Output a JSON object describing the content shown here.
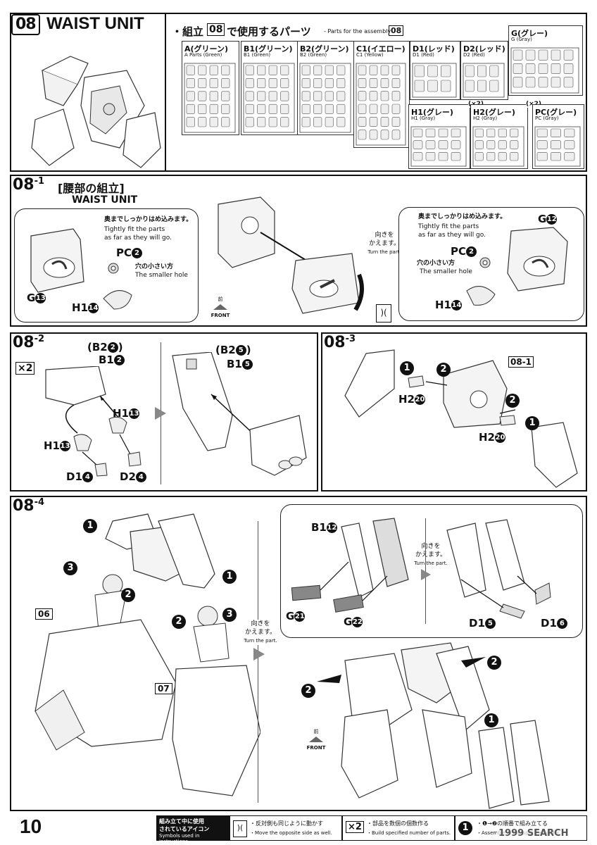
{
  "page_number": "10",
  "step08": {
    "number": "08",
    "title": "WAIST UNIT",
    "parts_heading_jp": "・組立",
    "parts_heading_step": "08",
    "parts_heading_suffix": "で使用するパーツ",
    "parts_heading_en": "- Parts for the assembly",
    "runners": [
      {
        "title": "A(グリーン)",
        "sub": "A Parts (Green)",
        "qty": ""
      },
      {
        "title": "B1(グリーン)",
        "sub": "B1 (Green)",
        "qty": ""
      },
      {
        "title": "B2(グリーン)",
        "sub": "B2 (Green)",
        "qty": ""
      },
      {
        "title": "C1(イエロー)",
        "sub": "C1 (Yellow)",
        "qty": ""
      },
      {
        "title": "D1(レッド)",
        "sub": "D1 (Red)",
        "qty": ""
      },
      {
        "title": "D2(レッド)",
        "sub": "D2 (Red)",
        "qty": ""
      },
      {
        "title": "G(グレー)",
        "sub": "G (Gray)",
        "qty": ""
      },
      {
        "title": "H1(グレー)",
        "sub": "H1 (Gray)",
        "qty": "(×2)"
      },
      {
        "title": "H2(グレー)",
        "sub": "H2 (Gray)",
        "qty": "(×2)"
      },
      {
        "title": "PC(グレー)",
        "sub": "PC (Gray)",
        "qty": ""
      }
    ]
  },
  "step08_1": {
    "number": "08",
    "sub": "1",
    "title_jp": "[腰部の組立]",
    "title_en": "WAIST UNIT",
    "left": {
      "note_jp": "奥までしっかりはめ込みます。",
      "note_en1": "Tightly fit the parts",
      "note_en2": "as far as they will go.",
      "pc": "PC",
      "pc_no": "2",
      "hole_jp": "穴の小さい方",
      "hole_en": "The smaller hole",
      "g": "G",
      "g_no": "13",
      "h1": "H1",
      "h1_no": "14",
      "front_jp": "前",
      "front_en": "FRONT"
    },
    "turn_jp1": "向きを",
    "turn_jp2": "かえます。",
    "turn_en": "Turn the part.",
    "right": {
      "note_jp": "奥までしっかりはめ込みます。",
      "note_en1": "Tightly fit the parts",
      "note_en2": "as far as they will go.",
      "pc": "PC",
      "pc_no": "2",
      "hole_jp": "穴の小さい方",
      "hole_en": "The smaller hole",
      "g": "G",
      "g_no": "12",
      "h1": "H1",
      "h1_no": "14"
    }
  },
  "step08_2": {
    "number": "08",
    "sub": "2",
    "qty": "×2",
    "b2_left": "(B2",
    "b2_left_no": "2",
    "b1_left": "B1",
    "b1_left_no": "2",
    "h1_a": "H1",
    "h1_a_no": "13",
    "h1_b": "H1",
    "h1_b_no": "13",
    "d1": "D1",
    "d1_no": "4",
    "d2": "D2",
    "d2_no": "4",
    "b2_right": "(B2",
    "b2_right_no": "5",
    "b1_right": "B1",
    "b1_right_no": "5"
  },
  "step08_3": {
    "number": "08",
    "sub": "3",
    "ref": "08-1",
    "h2_a": "H2",
    "h2_a_no": "20",
    "h2_b": "H2",
    "h2_b_no": "20",
    "n1": "1",
    "n2": "2"
  },
  "step08_4": {
    "number": "08",
    "sub": "4",
    "ref06": "06",
    "ref07": "07",
    "n1": "1",
    "n2": "2",
    "n3": "3",
    "turn_jp1": "向きを",
    "turn_jp2": "かえます。",
    "turn_en": "Turn the part.",
    "b1": "B1",
    "b1_no": "12",
    "g_a": "G",
    "g_a_no": "21",
    "g_b": "G",
    "g_b_no": "22",
    "d1_a": "D1",
    "d1_a_no": "5",
    "d1_b": "D1",
    "d1_b_no": "6",
    "front_jp": "前",
    "front_en": "FRONT"
  },
  "footer": {
    "legend_jp1": "組み立て中に使用",
    "legend_jp2": "されているアイコン",
    "legend_en": "Symbols used in instructions",
    "icon1_jp": "・反対側も同じように動かす",
    "icon1_en": "・Move the opposite side as well.",
    "icon2_label": "×2",
    "icon2_jp": "・部品を数個の個数作る",
    "icon2_en": "・Build specified number of parts.",
    "icon3_jp": "・❶→❷の順番で組み立てる",
    "icon3_en": "・Assemble in the specified order.",
    "watermark": "1999 SEARCH"
  }
}
